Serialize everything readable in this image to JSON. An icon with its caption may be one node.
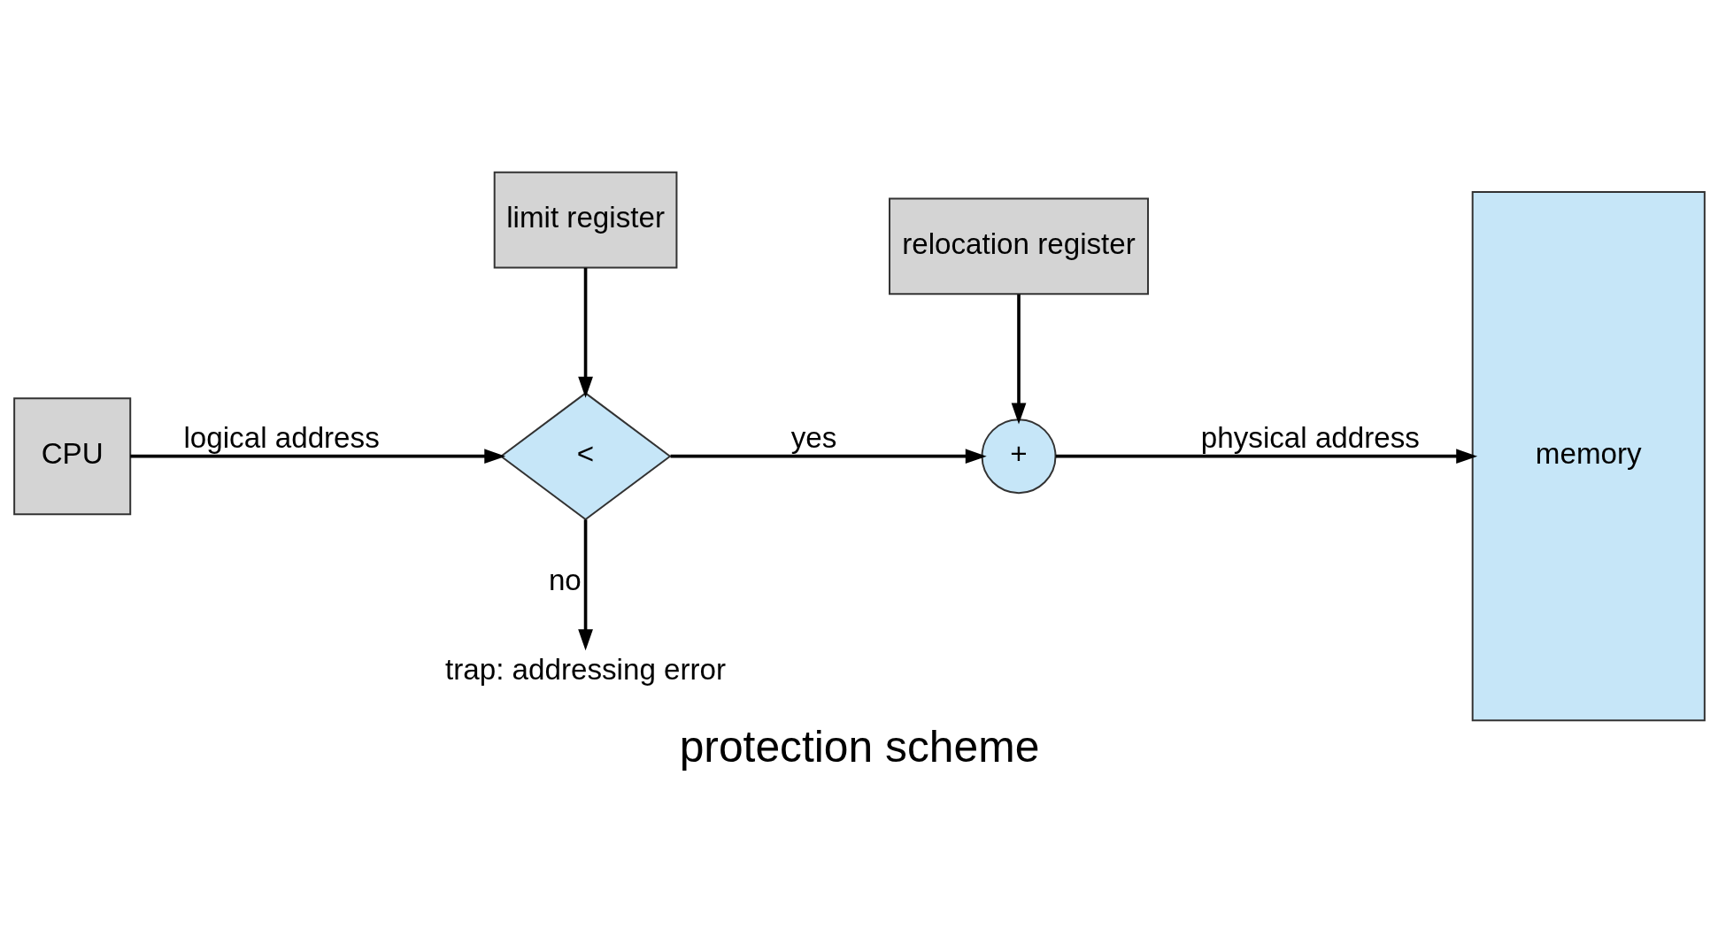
{
  "diagram": {
    "caption": "protection scheme",
    "nodes": [
      {
        "text": [
          "CPU"
        ]
      },
      {
        "text": [
          "limit register"
        ]
      },
      {
        "text": [
          "relocation register"
        ]
      },
      {
        "text": [
          "<"
        ]
      },
      {
        "text": [
          "+"
        ]
      },
      {
        "text": [
          "memory"
        ]
      },
      {
        "text": [
          "trap: addressing error"
        ]
      }
    ],
    "edges": [
      {
        "from": 0,
        "to": 3,
        "arrow": "to",
        "label": "logical address"
      },
      {
        "from": 1,
        "to": 3,
        "arrow": "to"
      },
      {
        "from": 3,
        "to": 4,
        "arrow": "to",
        "label": "yes"
      },
      {
        "from": 2,
        "to": 4,
        "arrow": "to"
      },
      {
        "from": 4,
        "to": 5,
        "arrow": "to",
        "label": "physical address"
      },
      {
        "from": 3,
        "to": 6,
        "arrow": "to",
        "label": "no"
      }
    ]
  }
}
